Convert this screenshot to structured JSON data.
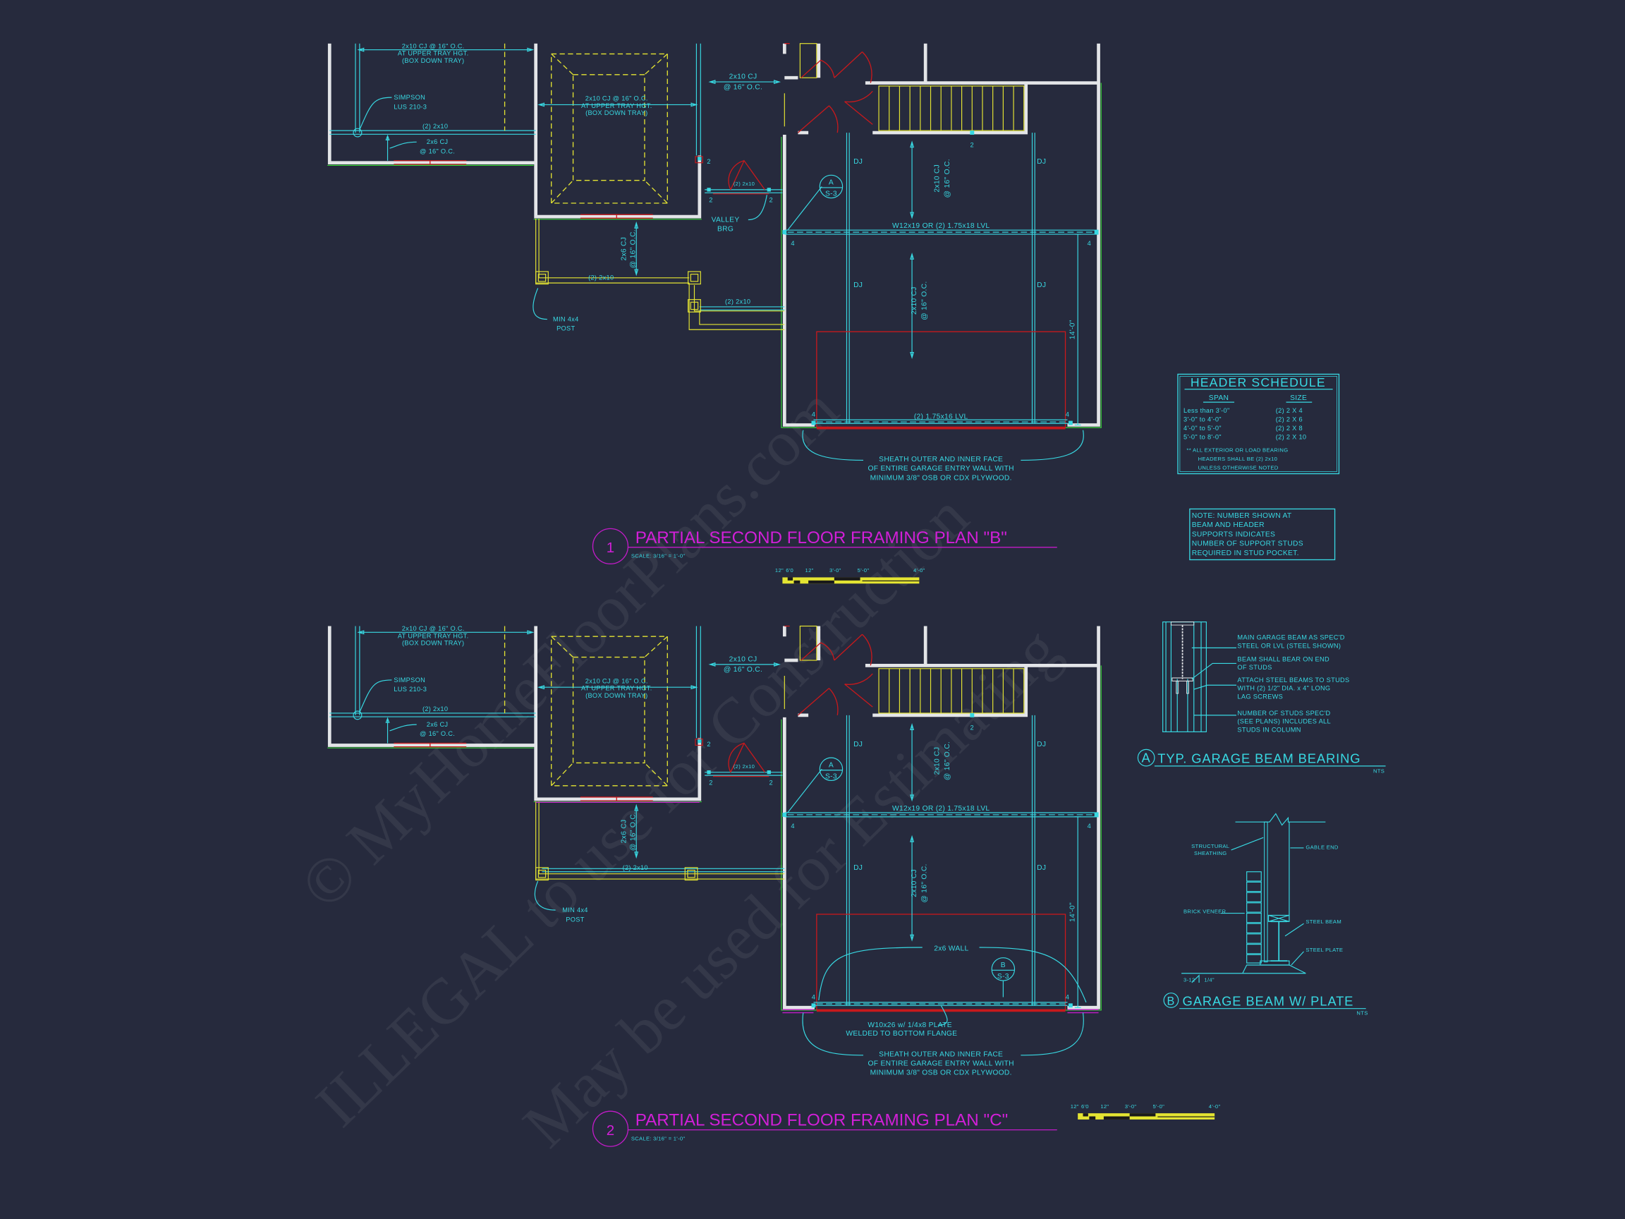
{
  "colors": {
    "background": "#262a3d",
    "annotation_cyan": "#38d8e2",
    "title_magenta": "#d21fd8",
    "wall": "#e3e5e8",
    "framing_yellow": "#e4e432",
    "door_red": "#c8191c",
    "outline_green": "#3cd83c"
  },
  "watermark": [
    "© MyHomeFloorPlans.com",
    "ILLEGAL to use for Construction",
    "May be used for Estimating"
  ],
  "plan_b": {
    "number": "1",
    "title": "PARTIAL SECOND FLOOR FRAMING PLAN \"B\"",
    "scale": "SCALE: 3/16\" = 1'-0\"",
    "scale_bar": [
      "12\"",
      "6'0",
      "12\"",
      "3'-0\"",
      "5'-0\"",
      "4'-0\""
    ],
    "labels": {
      "tray_left": [
        "2x10 CJ @ 16\" O.C.",
        "AT UPPER TRAY HGT.",
        "(BOX DOWN TRAY)"
      ],
      "simpson": [
        "SIMPSON",
        "LUS 210-3"
      ],
      "beam_left": "(2) 2x10",
      "cj_2x6_left": [
        "2x6 CJ",
        "@ 16\" O.C."
      ],
      "tray_center": [
        "2x10 CJ @ 16\" O.C.",
        "AT UPPER TRAY HGT.",
        "(BOX DOWN TRAY)"
      ],
      "cj_corridor": [
        "2x10 CJ",
        "@ 16\" O.C."
      ],
      "studs_2": "2",
      "header_corridor": "(2) 2x10",
      "valley": [
        "VALLEY",
        "BRG"
      ],
      "beam_posts": "(2) 2x10",
      "cj_under": [
        "2x6 CJ",
        "@ 16\" O.C."
      ],
      "beam_lower": "(2) 2x10",
      "post": [
        "MIN 4x4",
        "POST"
      ],
      "dj": "DJ",
      "section_a": [
        "A",
        "S-3"
      ],
      "cj_garage": [
        "2x10 CJ",
        "@ 16\" O.C."
      ],
      "beam_top": "W12x19 OR (2) 1.75x18 LVL",
      "studs_4": "4",
      "beam_bottom": "(2) 1.75x16 LVL",
      "dim_depth": "14'-0\"",
      "sheath": [
        "SHEATH OUTER AND INNER FACE",
        "OF ENTIRE GARAGE ENTRY WALL WITH",
        "MINIMUM 3/8\" OSB OR CDX PLYWOOD."
      ]
    }
  },
  "plan_c": {
    "number": "2",
    "title": "PARTIAL SECOND FLOOR FRAMING PLAN \"C\"",
    "scale": "SCALE: 3/16\" = 1'-0\"",
    "scale_bar": [
      "12\"",
      "6'0",
      "12\"",
      "3'-0\"",
      "5'-0\"",
      "4'-0\""
    ],
    "labels": {
      "tray_left": [
        "2x10 CJ @ 16\" O.C.",
        "AT UPPER TRAY HGT.",
        "(BOX DOWN TRAY)"
      ],
      "simpson": [
        "SIMPSON",
        "LUS 210-3"
      ],
      "beam_left": "(2) 2x10",
      "cj_2x6_left": [
        "2x6 CJ",
        "@ 16\" O.C."
      ],
      "tray_center": [
        "2x10 CJ @ 16\" O.C.",
        "AT UPPER TRAY HGT.",
        "(BOX DOWN TRAY)"
      ],
      "cj_corridor": [
        "2x10 CJ",
        "@ 16\" O.C."
      ],
      "studs_2": "2",
      "header_corridor": "(2) 2x10",
      "beam_posts": "(2) 2x10",
      "cj_under": [
        "2x6 CJ",
        "@ 16\" O.C."
      ],
      "post": [
        "MIN 4x4",
        "POST"
      ],
      "dj": "DJ",
      "section_a": [
        "A",
        "S-3"
      ],
      "cj_garage": [
        "2x10 CJ",
        "@ 16\" O.C."
      ],
      "beam_top": "W12x19 OR (2) 1.75x18 LVL",
      "studs_4": "4",
      "dim_depth": "14'-0\"",
      "wall_2x6": "2x6 WALL",
      "section_b": [
        "B",
        "S-3"
      ],
      "plate": [
        "W10x26 w/ 1/4x8 PLATE",
        "WELDED TO BOTTOM FLANGE"
      ],
      "sheath": [
        "SHEATH OUTER AND INNER FACE",
        "OF ENTIRE GARAGE ENTRY WALL WITH",
        "MINIMUM 3/8\" OSB OR CDX PLYWOOD."
      ]
    }
  },
  "header_schedule": {
    "title": "HEADER SCHEDULE",
    "col_span": "SPAN",
    "col_size": "SIZE",
    "rows": [
      {
        "span": "Less than 3'-0\"",
        "size": "(2) 2 X 4"
      },
      {
        "span": "3'-0\" to 4'-0\"",
        "size": "(2) 2 X 6"
      },
      {
        "span": "4'-0\" to 5'-0\"",
        "size": "(2) 2 X 8"
      },
      {
        "span": "5'-0\" to 8'-0\"",
        "size": "(2) 2 X 10"
      }
    ],
    "notes": [
      "** ALL EXTERIOR OR LOAD BEARING",
      "HEADERS SHALL BE (2) 2x10",
      "UNLESS OTHERWISE NOTED"
    ]
  },
  "stud_note": [
    "NOTE: NUMBER SHOWN AT",
    "BEAM AND HEADER",
    "SUPPORTS INDICATES",
    "NUMBER OF SUPPORT STUDS",
    "REQUIRED IN STUD POCKET."
  ],
  "detail_a": {
    "tag": "A",
    "title": "TYP. GARAGE BEAM BEARING",
    "scale": "NTS",
    "callouts": [
      [
        "MAIN GARAGE BEAM AS SPEC'D",
        "STEEL OR LVL (STEEL SHOWN)"
      ],
      [
        "BEAM SHALL BEAR ON END",
        "OF STUDS"
      ],
      [
        "ATTACH STEEL BEAMS TO STUDS",
        "WITH (2) 1/2\" DIA. x 4\" LONG",
        "LAG SCREWS"
      ],
      [
        "NUMBER OF STUDS SPEC'D",
        "(SEE PLANS) INCLUDES ALL",
        "STUDS IN COLUMN"
      ]
    ]
  },
  "detail_b": {
    "tag": "B",
    "title": "GARAGE BEAM W/ PLATE",
    "scale": "NTS",
    "callouts": {
      "sheathing": [
        "STRUCTURAL",
        "SHEATHING"
      ],
      "gable": "GABLE END",
      "brick": "BRICK VENEER",
      "beam": "STEEL BEAM",
      "plate": "STEEL PLATE",
      "slope_a": "3-12",
      "slope_b": "1/4\""
    }
  }
}
